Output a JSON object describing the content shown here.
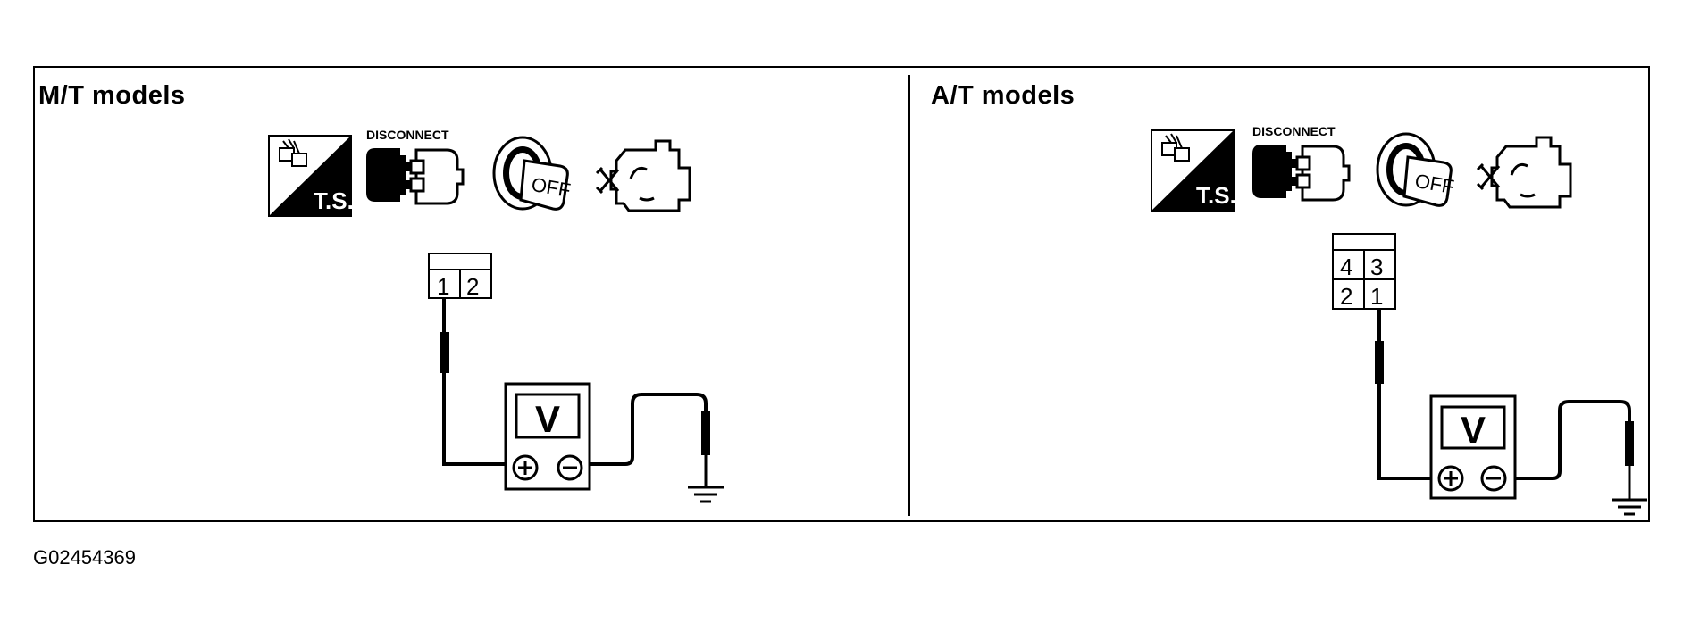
{
  "panels": [
    {
      "title": "M/T models",
      "icons": [
        "ts-icon",
        "disconnect-icon",
        "ignition-off-icon",
        "engine-icon"
      ],
      "connector_terminals": [
        [
          "1",
          "2"
        ]
      ],
      "probe_terminal": "1",
      "meter_label": "V"
    },
    {
      "title": "A/T models",
      "icons": [
        "ts-icon",
        "disconnect-icon",
        "ignition-off-icon",
        "engine-icon"
      ],
      "connector_terminals": [
        [
          "4",
          "3"
        ],
        [
          "2",
          "1"
        ]
      ],
      "probe_terminal": "1",
      "meter_label": "V"
    }
  ],
  "icon_labels": {
    "ts": "T.S.",
    "disconnect": "DISCONNECT",
    "off": "OFF"
  },
  "meter": {
    "plus": "+",
    "minus": "−"
  },
  "figure_id": "G02454369"
}
